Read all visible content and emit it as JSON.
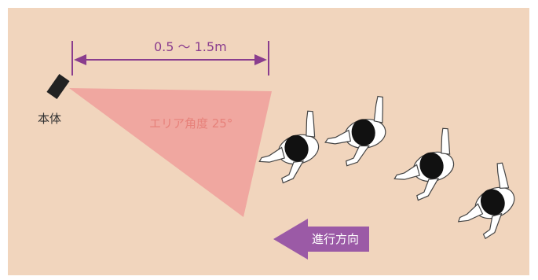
{
  "range_label": "0.5 ～ 1.5m",
  "device_label": "本体",
  "area_label": "エリア角度 25°",
  "direction_label": "進行方向",
  "colors": {
    "background": "#f1d5bd",
    "dimension": "#8a3d8e",
    "detection_area": "#f0a7a0",
    "area_text": "#e7817a",
    "direction_arrow": "#9b5aa6",
    "device": "#222222"
  },
  "icons": [
    "device-icon",
    "person-icon",
    "direction-arrow-icon"
  ],
  "people_count": 4
}
